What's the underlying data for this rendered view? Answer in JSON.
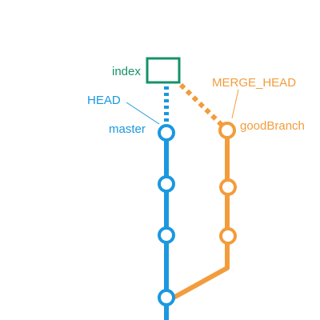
{
  "colors": {
    "master": "#1a98e0",
    "branch": "#f39c3c",
    "index": "#16916a"
  },
  "labels": {
    "index": "index",
    "head": "HEAD",
    "master": "master",
    "merge_head": "MERGE_HEAD",
    "good_branch": "goodBranch"
  }
}
